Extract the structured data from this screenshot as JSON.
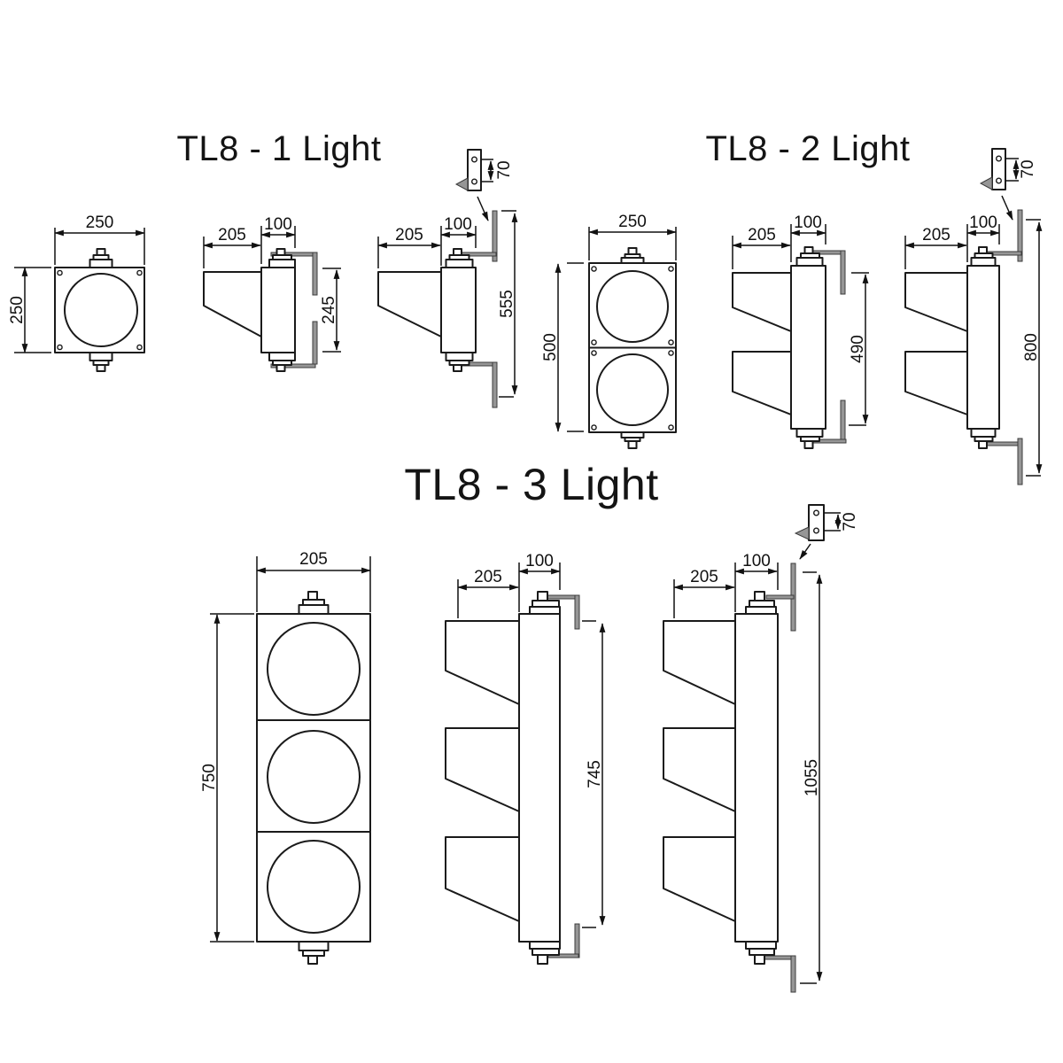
{
  "colors": {
    "background": "#ffffff",
    "line": "#1a1a1a",
    "rail_fill": "#969696",
    "text": "#111111"
  },
  "sections": {
    "one_light": {
      "title": "TL8 - 1 Light",
      "front": {
        "width_mm": "250",
        "height_mm": "250"
      },
      "side": {
        "visor_depth_mm": "205",
        "body_depth_mm": "100",
        "body_height_mm": "245"
      },
      "side_bracket": {
        "visor_depth_mm": "205",
        "body_depth_mm": "100",
        "overall_height_mm": "555",
        "bracket_hole_spacing_mm": "70"
      }
    },
    "two_light": {
      "title": "TL8 - 2 Light",
      "front": {
        "width_mm": "250",
        "height_mm": "500"
      },
      "side": {
        "visor_depth_mm": "205",
        "body_depth_mm": "100",
        "body_height_mm": "490"
      },
      "side_bracket": {
        "visor_depth_mm": "205",
        "body_depth_mm": "100",
        "overall_height_mm": "800",
        "bracket_hole_spacing_mm": "70"
      }
    },
    "three_light": {
      "title": "TL8 - 3 Light",
      "front": {
        "width_mm": "205",
        "height_mm": "750"
      },
      "side": {
        "visor_depth_mm": "205",
        "body_depth_mm": "100",
        "body_height_mm": "745"
      },
      "side_bracket": {
        "visor_depth_mm": "205",
        "body_depth_mm": "100",
        "overall_height_mm": "1055",
        "bracket_hole_spacing_mm": "70"
      }
    }
  }
}
